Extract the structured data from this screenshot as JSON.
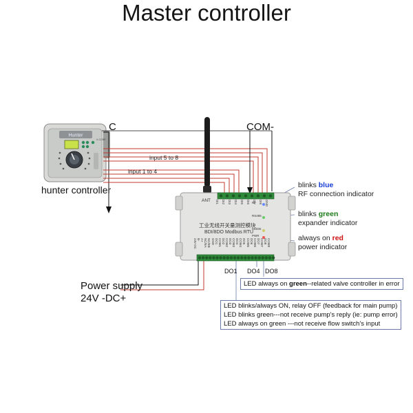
{
  "title": "Master controller",
  "labels": {
    "c": "C",
    "com": "COM-",
    "hunter": "hunter controller",
    "input_5_8": "input 5 to 8",
    "input_1_4": "input 1 to 4",
    "power_line1": "Power supply",
    "power_line2": "24V -DC+",
    "do1": "DO1",
    "do4": "DO4",
    "do8": "DO8"
  },
  "board": {
    "ant": "ANT",
    "chinese": "工业无线开关量测控模块",
    "model": "BDI/8DO Modbus RTU",
    "top_pins": [
      "DI1",
      "DI2",
      "DI3",
      "DI4",
      "DI5",
      "DI6",
      "DI7",
      "DI8",
      "GND"
    ],
    "right_pins": [
      "RF",
      "RS485",
      "MODE",
      "PWR"
    ],
    "bottom_pins": [
      "24V DC",
      "B-",
      "A+",
      "NC/EA",
      "NC/EB",
      "GND",
      "DO1",
      "COM1",
      "DO2",
      "COM2",
      "DO3",
      "COM3",
      "DO4",
      "COM4",
      "DO5",
      "COM5",
      "DO6",
      "COM6",
      "DO7",
      "COM7",
      "DO8",
      "COM8"
    ]
  },
  "indicators": [
    {
      "pre": "blinks ",
      "bold": "blue",
      "color": "#1a3fd6",
      "line2": "RF connection indicator"
    },
    {
      "pre": "blinks ",
      "bold": "green",
      "color": "#1a7a1a",
      "line2": "expander indicator"
    },
    {
      "pre": "always on ",
      "bold": "red",
      "color": "#cc1111",
      "line2": "power indicator"
    }
  ],
  "notes": {
    "do8_pre": "LED always on ",
    "do8_bold": "green",
    "do8_post": "--related valve controller in error",
    "do1_lines": [
      "LED blinks/always ON, relay OFF (feedback for main pump)",
      "LED blinks green---not receive pump's reply (ie: pump error)",
      "LED always on green ---not receive flow switch's input"
    ]
  },
  "hunter_display": {
    "brand": "Hunter",
    "model": "X-CORE"
  },
  "colors": {
    "wire_red": "#c0392b",
    "board": "#e4e4e2",
    "note_border": "#6a7aa8"
  }
}
